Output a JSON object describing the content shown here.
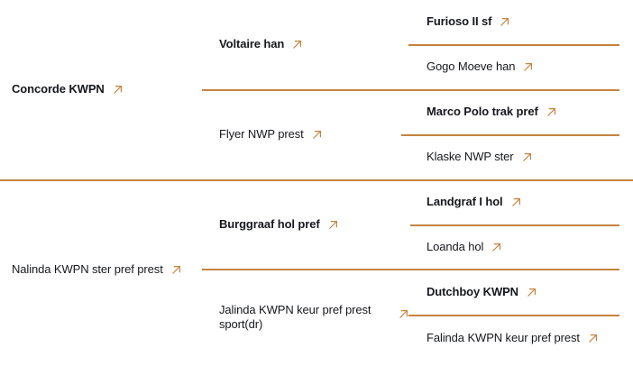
{
  "chart": {
    "type": "pedigree",
    "title": "",
    "accent_color": "#c5833f",
    "text_color": "#16181c",
    "arrow_icon": "arrow-up-right-icon",
    "generations": 3
  },
  "branches": [
    {
      "key": "sire-branch",
      "root": {
        "name": "Concorde KWPN",
        "role": "sire",
        "generation": 1
      },
      "gen2": [
        {
          "name": "Voltaire han",
          "role": "sire",
          "generation": 2
        },
        {
          "name": "Flyer NWP prest",
          "role": "dam",
          "generation": 2
        }
      ],
      "gen3": [
        {
          "name": "Furioso II sf",
          "role": "sire",
          "generation": 3
        },
        {
          "name": "Gogo Moeve han",
          "role": "dam",
          "generation": 3
        },
        {
          "name": "Marco Polo trak pref",
          "role": "sire",
          "generation": 3
        },
        {
          "name": "Klaske NWP ster",
          "role": "dam",
          "generation": 3
        }
      ]
    },
    {
      "key": "dam-branch",
      "root": {
        "name": "Nalinda KWPN ster pref prest",
        "role": "dam",
        "generation": 1
      },
      "gen2": [
        {
          "name": "Burggraaf hol pref",
          "role": "sire",
          "generation": 2
        },
        {
          "name": "Jalinda KWPN keur pref prest sport(dr)",
          "role": "dam",
          "generation": 2
        }
      ],
      "gen3": [
        {
          "name": "Landgraf I hol",
          "role": "sire",
          "generation": 3
        },
        {
          "name": "Loanda hol",
          "role": "dam",
          "generation": 3
        },
        {
          "name": "Dutchboy KWPN",
          "role": "sire",
          "generation": 3
        },
        {
          "name": "Falinda KWPN keur pref prest",
          "role": "dam",
          "generation": 3
        }
      ]
    }
  ]
}
